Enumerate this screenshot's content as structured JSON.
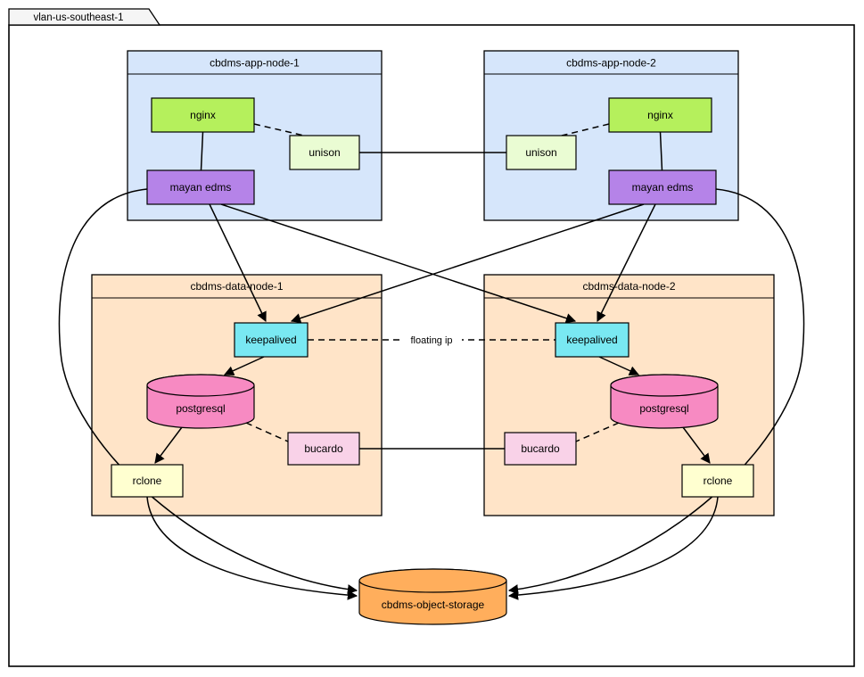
{
  "frame": {
    "label": "vlan-us-southeast-1",
    "tab_fill": "#f5f5f5"
  },
  "containers": {
    "app_node_1": {
      "label": "cbdms-app-node-1",
      "fill": "#d6e6fb"
    },
    "app_node_2": {
      "label": "cbdms-app-node-2",
      "fill": "#d6e6fb"
    },
    "data_node_1": {
      "label": "cbdms-data-node-1",
      "fill": "#ffe4c8"
    },
    "data_node_2": {
      "label": "cbdms-data-node-2",
      "fill": "#ffe4c8"
    }
  },
  "nodes": {
    "nginx_1": {
      "label": "nginx",
      "fill": "#b5f05c"
    },
    "unison_1": {
      "label": "unison",
      "fill": "#eafcd3"
    },
    "mayan_edms_1": {
      "label": "mayan edms",
      "fill": "#b583e8"
    },
    "nginx_2": {
      "label": "nginx",
      "fill": "#b5f05c"
    },
    "unison_2": {
      "label": "unison",
      "fill": "#eafcd3"
    },
    "mayan_edms_2": {
      "label": "mayan edms",
      "fill": "#b583e8"
    },
    "keepalived_1": {
      "label": "keepalived",
      "fill": "#79e8f2"
    },
    "postgresql_1": {
      "label": "postgresql",
      "fill": "#f78ac2"
    },
    "bucardo_1": {
      "label": "bucardo",
      "fill": "#f9d2e8"
    },
    "rclone_1": {
      "label": "rclone",
      "fill": "#ffffd0"
    },
    "keepalived_2": {
      "label": "keepalived",
      "fill": "#79e8f2"
    },
    "postgresql_2": {
      "label": "postgresql",
      "fill": "#f78ac2"
    },
    "bucardo_2": {
      "label": "bucardo",
      "fill": "#f9d2e8"
    },
    "rclone_2": {
      "label": "rclone",
      "fill": "#ffffd0"
    },
    "object_storage": {
      "label": "cbdms-object-storage",
      "fill": "#ffae5c"
    }
  },
  "edge_labels": {
    "floating_ip": "floating ip"
  }
}
